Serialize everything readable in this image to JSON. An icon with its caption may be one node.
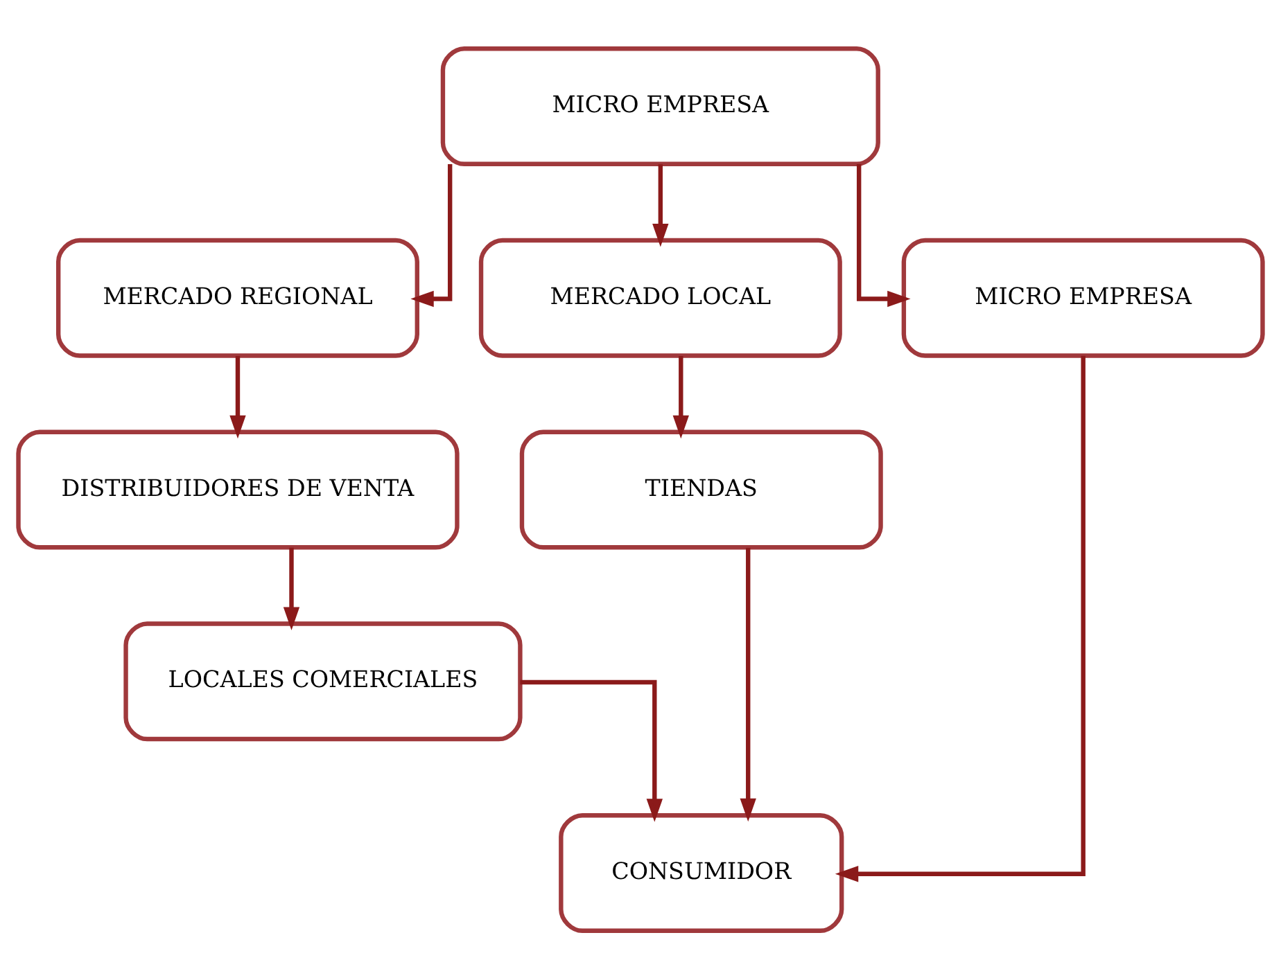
{
  "diagram": {
    "nodes": [
      {
        "text": [
          "MICRO EMPRESA"
        ]
      },
      {
        "text": [
          "MERCADO REGIONAL"
        ]
      },
      {
        "text": [
          "MERCADO LOCAL"
        ]
      },
      {
        "text": [
          "MICRO EMPRESA"
        ]
      },
      {
        "text": [
          "DISTRIBUIDORES DE VENTA"
        ]
      },
      {
        "text": [
          "TIENDAS"
        ]
      },
      {
        "text": [
          "LOCALES COMERCIALES"
        ]
      },
      {
        "text": [
          "CONSUMIDOR"
        ]
      }
    ],
    "edges": [
      {
        "from": 0,
        "to": 1,
        "arrow": "to"
      },
      {
        "from": 0,
        "to": 2,
        "arrow": "to"
      },
      {
        "from": 0,
        "to": 3,
        "arrow": "to"
      },
      {
        "from": 1,
        "to": 4,
        "arrow": "to"
      },
      {
        "from": 2,
        "to": 5,
        "arrow": "to"
      },
      {
        "from": 4,
        "to": 6,
        "arrow": "to"
      },
      {
        "from": 6,
        "to": 7,
        "arrow": "to"
      },
      {
        "from": 5,
        "to": 7,
        "arrow": "to"
      },
      {
        "from": 3,
        "to": 7,
        "arrow": "to"
      }
    ]
  }
}
